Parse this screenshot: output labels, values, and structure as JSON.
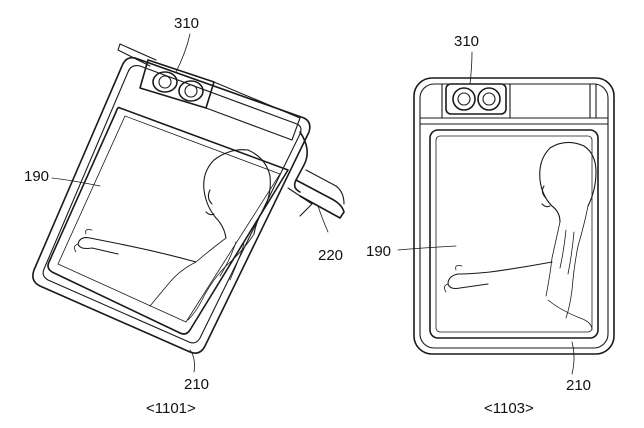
{
  "figures": [
    {
      "caption": "<1101>",
      "labels": {
        "camera": "310",
        "display": "190",
        "hinge": "220",
        "housing": "210"
      }
    },
    {
      "caption": "<1103>",
      "labels": {
        "camera": "310",
        "display": "190",
        "housing": "210"
      }
    }
  ]
}
